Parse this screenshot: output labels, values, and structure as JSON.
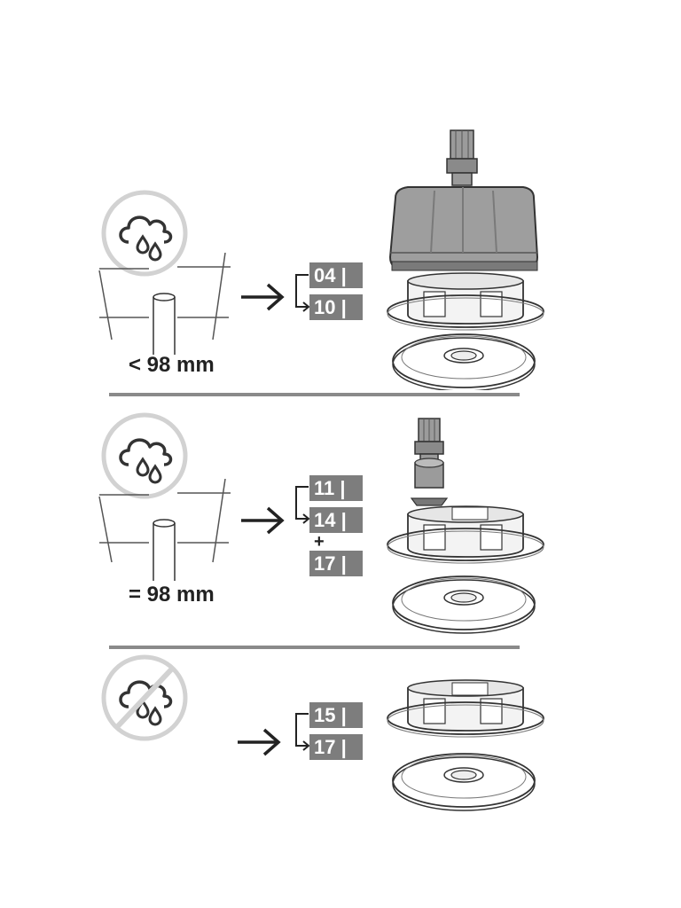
{
  "sections": [
    {
      "condition": "< 98 mm",
      "steps": [
        "04 |",
        "10 |"
      ]
    },
    {
      "condition": "= 98 mm",
      "steps": [
        "11 |",
        "14 |",
        "17 |"
      ],
      "joiner": "+"
    },
    {
      "condition": "",
      "steps": [
        "15 |",
        "17 |"
      ]
    }
  ],
  "icons": {
    "rain": "cloud-rain-icon",
    "no_rain": "cloud-rain-crossed-icon",
    "arrow": "arrow-right-icon"
  },
  "colors": {
    "tag_bg": "#7d7d7d",
    "rule": "#8a8a8a",
    "circle": "#d2d2d2"
  }
}
